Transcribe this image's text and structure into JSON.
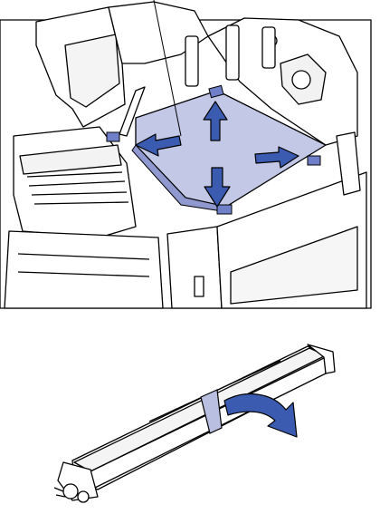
{
  "figure": {
    "callout_count": 1,
    "arrow_count": 5,
    "colors": {
      "outline": "#000000",
      "fill": "#ffffff",
      "sheet_tint": "#b8bfe0",
      "sheet_tint_light": "#c9cfea",
      "accent_blue": "#3a5bb0",
      "bracket_blue": "#6f7fc8"
    },
    "icons": [
      "callout-leader",
      "direction-arrow",
      "curved-rotation-arrow"
    ]
  }
}
